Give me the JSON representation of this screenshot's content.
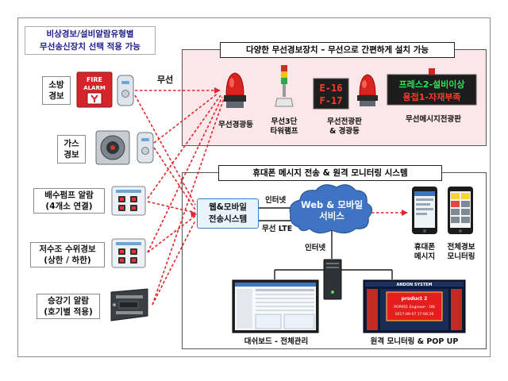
{
  "left_title": {
    "line1": "비상경보/설비알람유형별",
    "line2": "무선송신장치 선택 적용 가능"
  },
  "top_section": {
    "title": "다양한 무선경보장치 – 무선으로 간편하게 설치 가능"
  },
  "bottom_section": {
    "title": "휴대폰 메시지 전송 & 원격 모니터링 시스템"
  },
  "sources": [
    {
      "line1": "소방",
      "line2": "경보"
    },
    {
      "line1": "가스",
      "line2": "경보"
    },
    {
      "line1": "배수펌프 알람",
      "line2": "(4개소 연결)"
    },
    {
      "line1": "저수조 수위경보",
      "line2": "(상한 / 하한)"
    },
    {
      "line1": "승강기 알람",
      "line2": "(호기별 적용)"
    }
  ],
  "fire_alarm": {
    "line1": "FIRE",
    "line2": "ALARM"
  },
  "wireless_label": "무선",
  "outputs": [
    {
      "line1": "무선경광등",
      "line2": ""
    },
    {
      "line1": "무선3단",
      "line2": "타워램프"
    },
    {
      "line1": "무선전광판",
      "line2": "& 경광등"
    },
    {
      "line1": "무선메시지전광판",
      "line2": ""
    }
  ],
  "led_small": {
    "line1": "E-16",
    "line2": "F-17"
  },
  "led_big": {
    "line1": "프레스2-설비이상",
    "line2": "용접1-자재부족"
  },
  "hub": {
    "line1": "웹&모바일",
    "line2": "전송시스템"
  },
  "internet_label_1": "인터넷",
  "lte_label": "무선 LTE",
  "internet_label_2": "인터넷",
  "cloud": {
    "line1": "Web & 모바일",
    "line2": "서비스"
  },
  "phones": [
    {
      "line1": "휴대폰",
      "line2": "메시지"
    },
    {
      "line1": "전체경보",
      "line2": "모니터링"
    }
  ],
  "dashboard_label": "대쉬보드 - 전체관리",
  "remote_label": "원격 모니터링 & POP UP",
  "popup": {
    "header": "ANDON SYSTEM",
    "line1": "product 2",
    "line2": "POP001 Engineer - ON",
    "line3": "2017-09-07 17:06:26"
  },
  "colors": {
    "alarm_line": "#e0282c",
    "net_line": "#1a1a1a",
    "cloud": "#3f74c4",
    "top_bg": "#fbe6ea"
  }
}
